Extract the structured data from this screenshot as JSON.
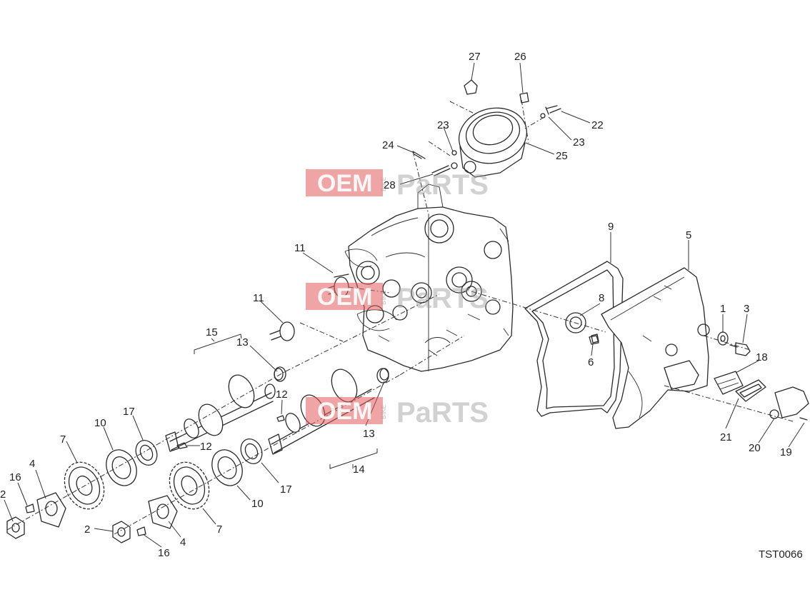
{
  "callouts": {
    "c27": "27",
    "c26": "26",
    "c22": "22",
    "c23a": "23",
    "c23b": "23",
    "c24": "24",
    "c25": "25",
    "c28": "28",
    "c9": "9",
    "c5": "5",
    "c11a": "11",
    "c11b": "11",
    "c8": "8",
    "c1": "1",
    "c3": "3",
    "c15": "15",
    "c13a": "13",
    "c6": "6",
    "c18": "18",
    "c12a": "12",
    "c17a": "17",
    "c10a": "10",
    "c7a": "7",
    "c12b": "12",
    "c13b": "13",
    "c14": "14",
    "c21": "21",
    "c20": "20",
    "c19": "19",
    "c4a": "4",
    "c16a": "16",
    "c2a": "2",
    "c17b": "17",
    "c10b": "10",
    "c7b": "7",
    "c2b": "2",
    "c4b": "4",
    "c16b": "16"
  },
  "drawing_code": "TST0066",
  "watermark": {
    "brand_a": "OEM",
    "brand_b": "PaRTS",
    "brand_small": "BIKE"
  }
}
